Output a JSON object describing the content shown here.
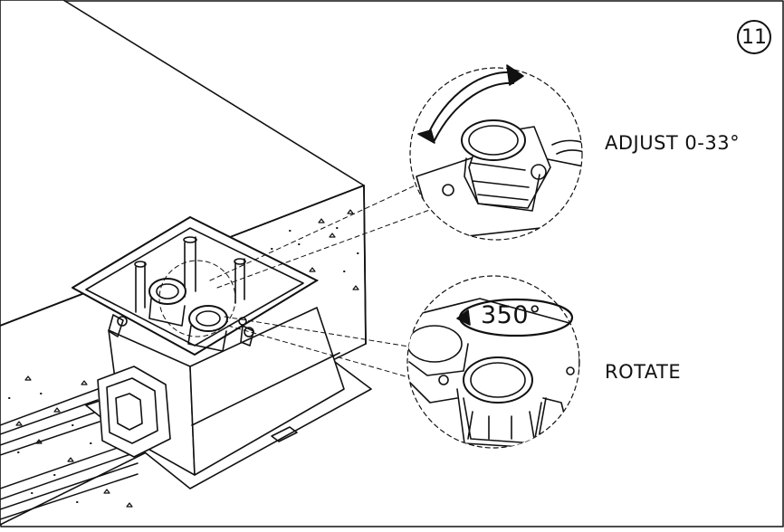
{
  "step": {
    "number": "11"
  },
  "callouts": {
    "adjust": {
      "label": "ADJUST 0-33°"
    },
    "rotate": {
      "label": "ROTATE",
      "angle": "350°"
    }
  },
  "icons": [
    "tilt-arrow-icon",
    "rotation-arrow-icon"
  ],
  "colors": {
    "line": "#111111",
    "concrete_fill": "#ffffff",
    "background": "#ffffff"
  }
}
